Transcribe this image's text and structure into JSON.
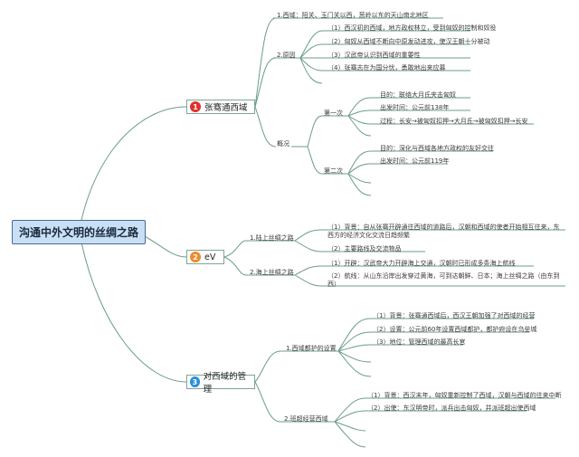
{
  "root": {
    "title": "沟通中外文明的丝绸之路"
  },
  "colors": {
    "link": "#6a9c8c",
    "badge_red": "#e0312b",
    "badge_orange": "#f08a2a",
    "badge_blue": "#2a90d8"
  },
  "branches": {
    "b1": {
      "number": "1",
      "label": "张骞通西域",
      "xiyu": "1.西域：阳关、玉门关以西，葱岭以东的天山南北地区",
      "cause": {
        "label": "2.原因",
        "items": [
          "（1）西汉初的西域，地方政权林立，受到匈奴的控制和奴役",
          "（2）匈奴从西域不断向中原发动进攻，使汉王朝十分被动",
          "（3）汉武帝认识到西域的重要性",
          "（4）张骞志在为国分忧，勇敢地出来应募"
        ]
      },
      "overview": {
        "label": "概况",
        "first": {
          "label": "第一次",
          "items": [
            "目的：联络大月氏夹击匈奴",
            "出发时间：公元前138年",
            "过程：长安→被匈奴扣押→大月氏→被匈奴扣押→长安"
          ]
        },
        "second": {
          "label": "第二次",
          "items": [
            "目的：深化与西域各地方政权的友好交往",
            "出发时间：公元前119年"
          ]
        }
      }
    },
    "b2": {
      "number": "2",
      "label": "eV",
      "land": {
        "label": "1.陆上丝绸之路",
        "items": [
          "（1）背景：自从张骞开辟通往西域的道路后，汉朝和西域的使者开始相互往来，东西方的经济文化交流日趋频繁",
          "（2）主要路线及交流物品"
        ]
      },
      "sea": {
        "label": "2.海上丝绸之路",
        "items": [
          "（1）开辟：汉武帝大力开辟海上交通，汉朝时已形成多条海上航线",
          "（2）航线：从山东沿岸出发穿过黄海，可到达朝鲜、日本；海上丝绸之路（由东到西）"
        ]
      }
    },
    "b3": {
      "number": "3",
      "label": "对西域的管理",
      "duhu": {
        "label": "1.西域都护的设置",
        "items": [
          "（1）背景：张骞通西域后，西汉王朝加强了对西域的经营",
          "（2）设置：公元前60年设置西域都护，都护府设在乌垒城",
          "（3）地位：管理西域的最高长官"
        ]
      },
      "ban": {
        "label": "2.班超经营西域",
        "items": [
          "（1）背景：西汉末年，匈奴重新控制了西域，汉朝与西域的往来中断",
          "（2）出使：东汉明帝时，派兵出击匈奴，并派班超出使西域"
        ]
      }
    }
  }
}
